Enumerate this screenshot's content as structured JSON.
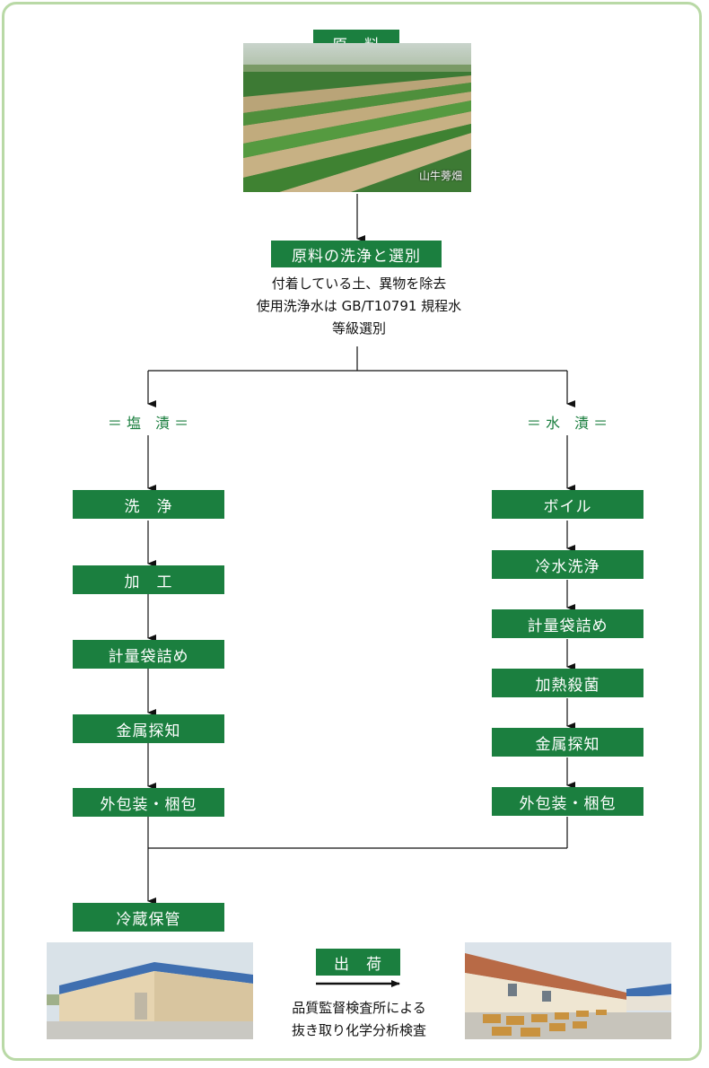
{
  "raw": {
    "title": "原　料",
    "photo_label": "山牛蒡畑"
  },
  "wash_select": {
    "title": "原料の洗浄と選別",
    "lines": [
      "付着している土、異物を除去",
      "使用洗浄水は GB/T10791 規程水",
      "等級選別"
    ]
  },
  "left_branch": {
    "title": "＝ 塩　漬 ＝",
    "steps": [
      "洗　浄",
      "加　工",
      "計量袋詰め",
      "金属探知",
      "外包装・梱包"
    ]
  },
  "right_branch": {
    "title": "＝ 水　漬 ＝",
    "steps": [
      "ボイル",
      "冷水洗浄",
      "計量袋詰め",
      "加熱殺菌",
      "金属探知",
      "外包装・梱包"
    ]
  },
  "storage": {
    "title": "冷蔵保管"
  },
  "shipping": {
    "title": "出　荷",
    "lines": [
      "品質監督検査所による",
      "抜き取り化学分析検査"
    ]
  },
  "colors": {
    "green": "#1b7f3f",
    "border": "#b9d9a6"
  }
}
